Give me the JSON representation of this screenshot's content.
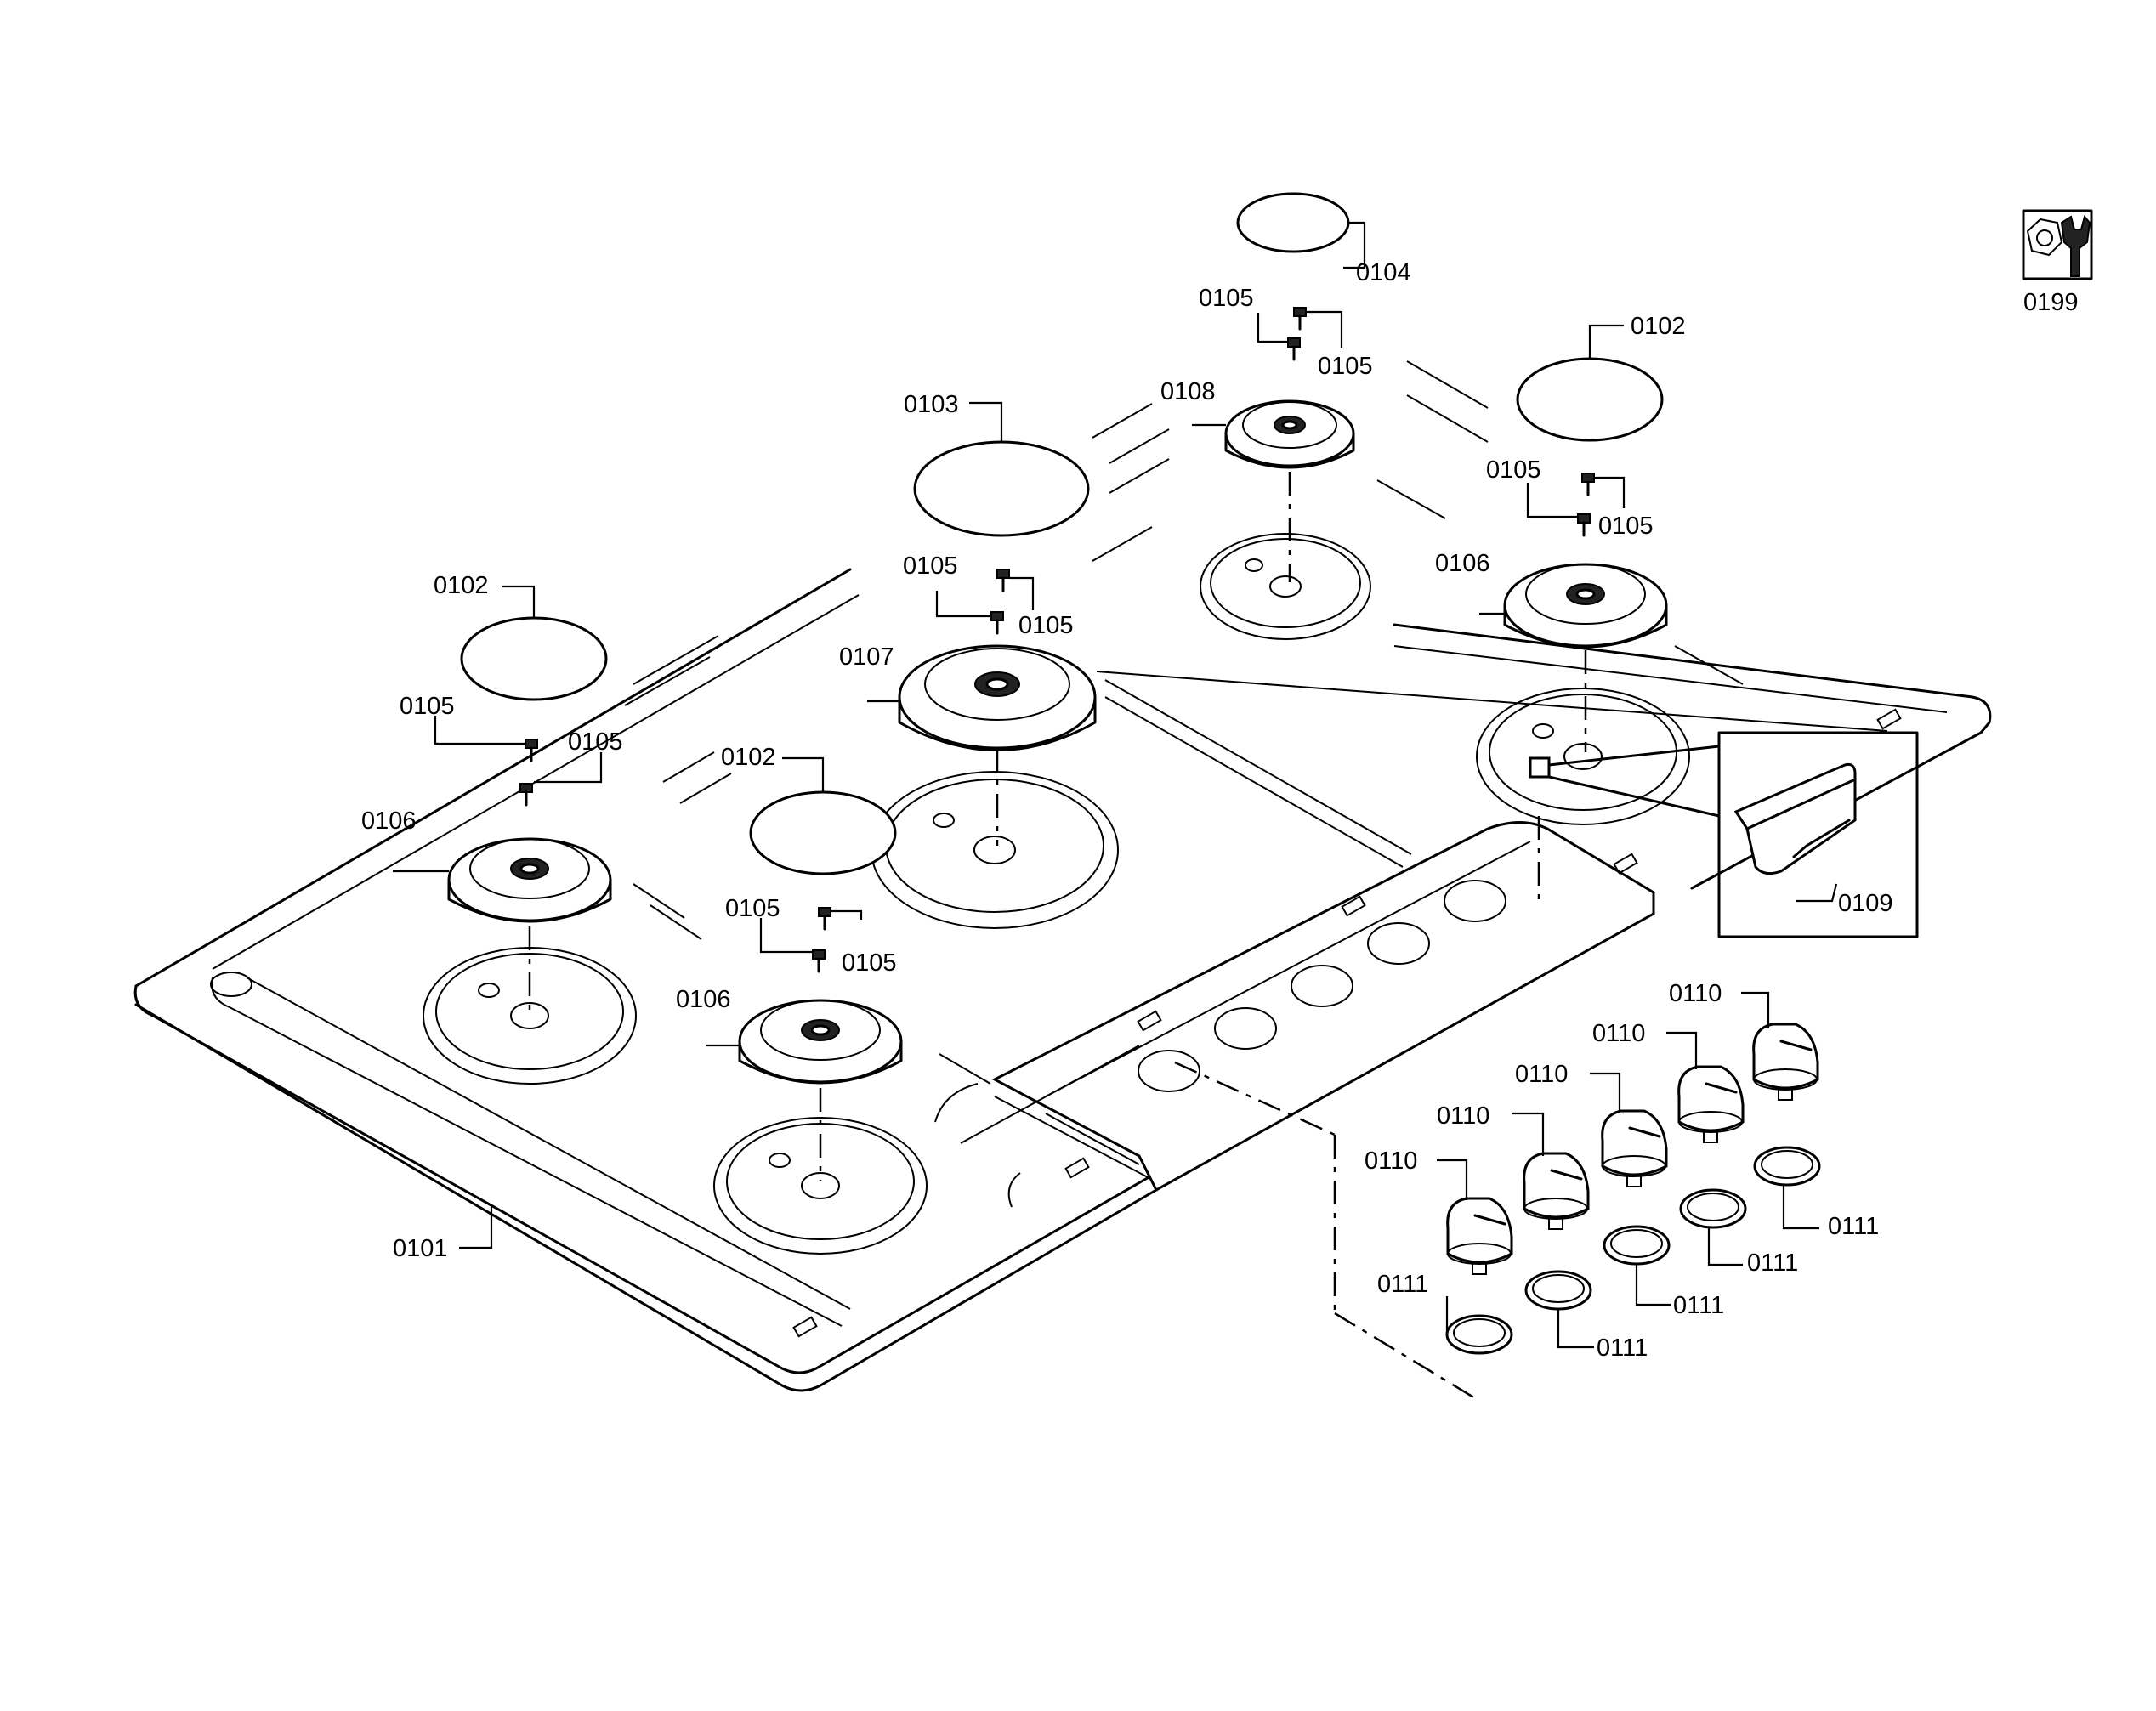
{
  "labels": {
    "p0101": "0101",
    "p0102": "0102",
    "p0103": "0103",
    "p0104": "0104",
    "p0105": "0105",
    "p0106": "0106",
    "p0107": "0107",
    "p0108": "0108",
    "p0109": "0109",
    "p0110": "0110",
    "p0111": "0111",
    "p0199": "0199"
  },
  "icons": {
    "service_icon": "nut-and-wrench-icon"
  }
}
